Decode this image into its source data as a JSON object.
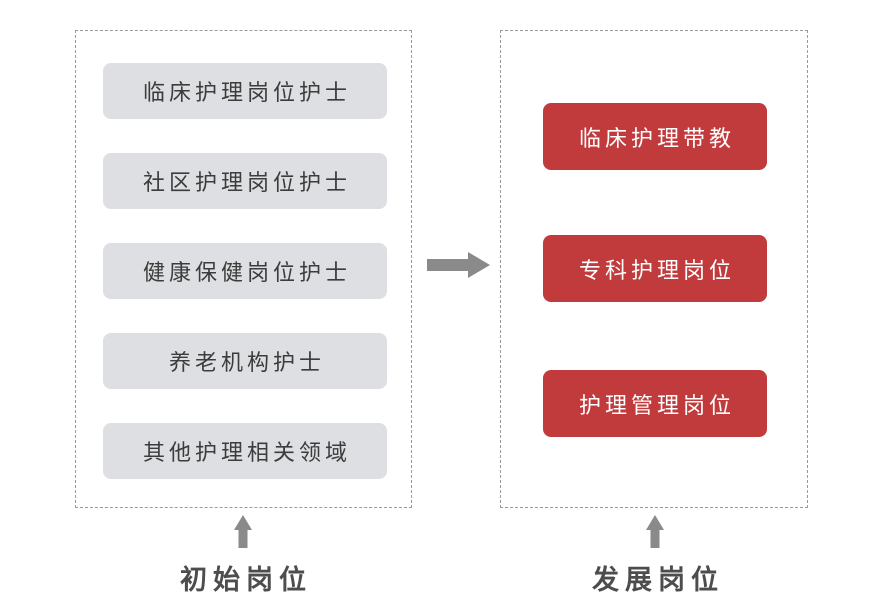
{
  "initial_positions": {
    "label": "初始岗位",
    "items": [
      "临床护理岗位护士",
      "社区护理岗位护士",
      "健康保健岗位护士",
      "养老机构护士",
      "其他护理相关领域"
    ]
  },
  "development_positions": {
    "label": "发展岗位",
    "items": [
      "临床护理带教",
      "专科护理岗位",
      "护理管理岗位"
    ]
  },
  "icons": {
    "flow_arrow": "arrow-right-icon",
    "label_arrow": "arrow-up-icon"
  },
  "colors": {
    "initial_box_fill": "#dedfe2",
    "initial_box_text": "#3c3c3c",
    "development_box_fill": "#c13b3d",
    "development_box_text": "#ffffff",
    "arrow": "#8a8a8a",
    "dashed_border": "#9a9a9a",
    "label_text": "#4d4d4d"
  }
}
